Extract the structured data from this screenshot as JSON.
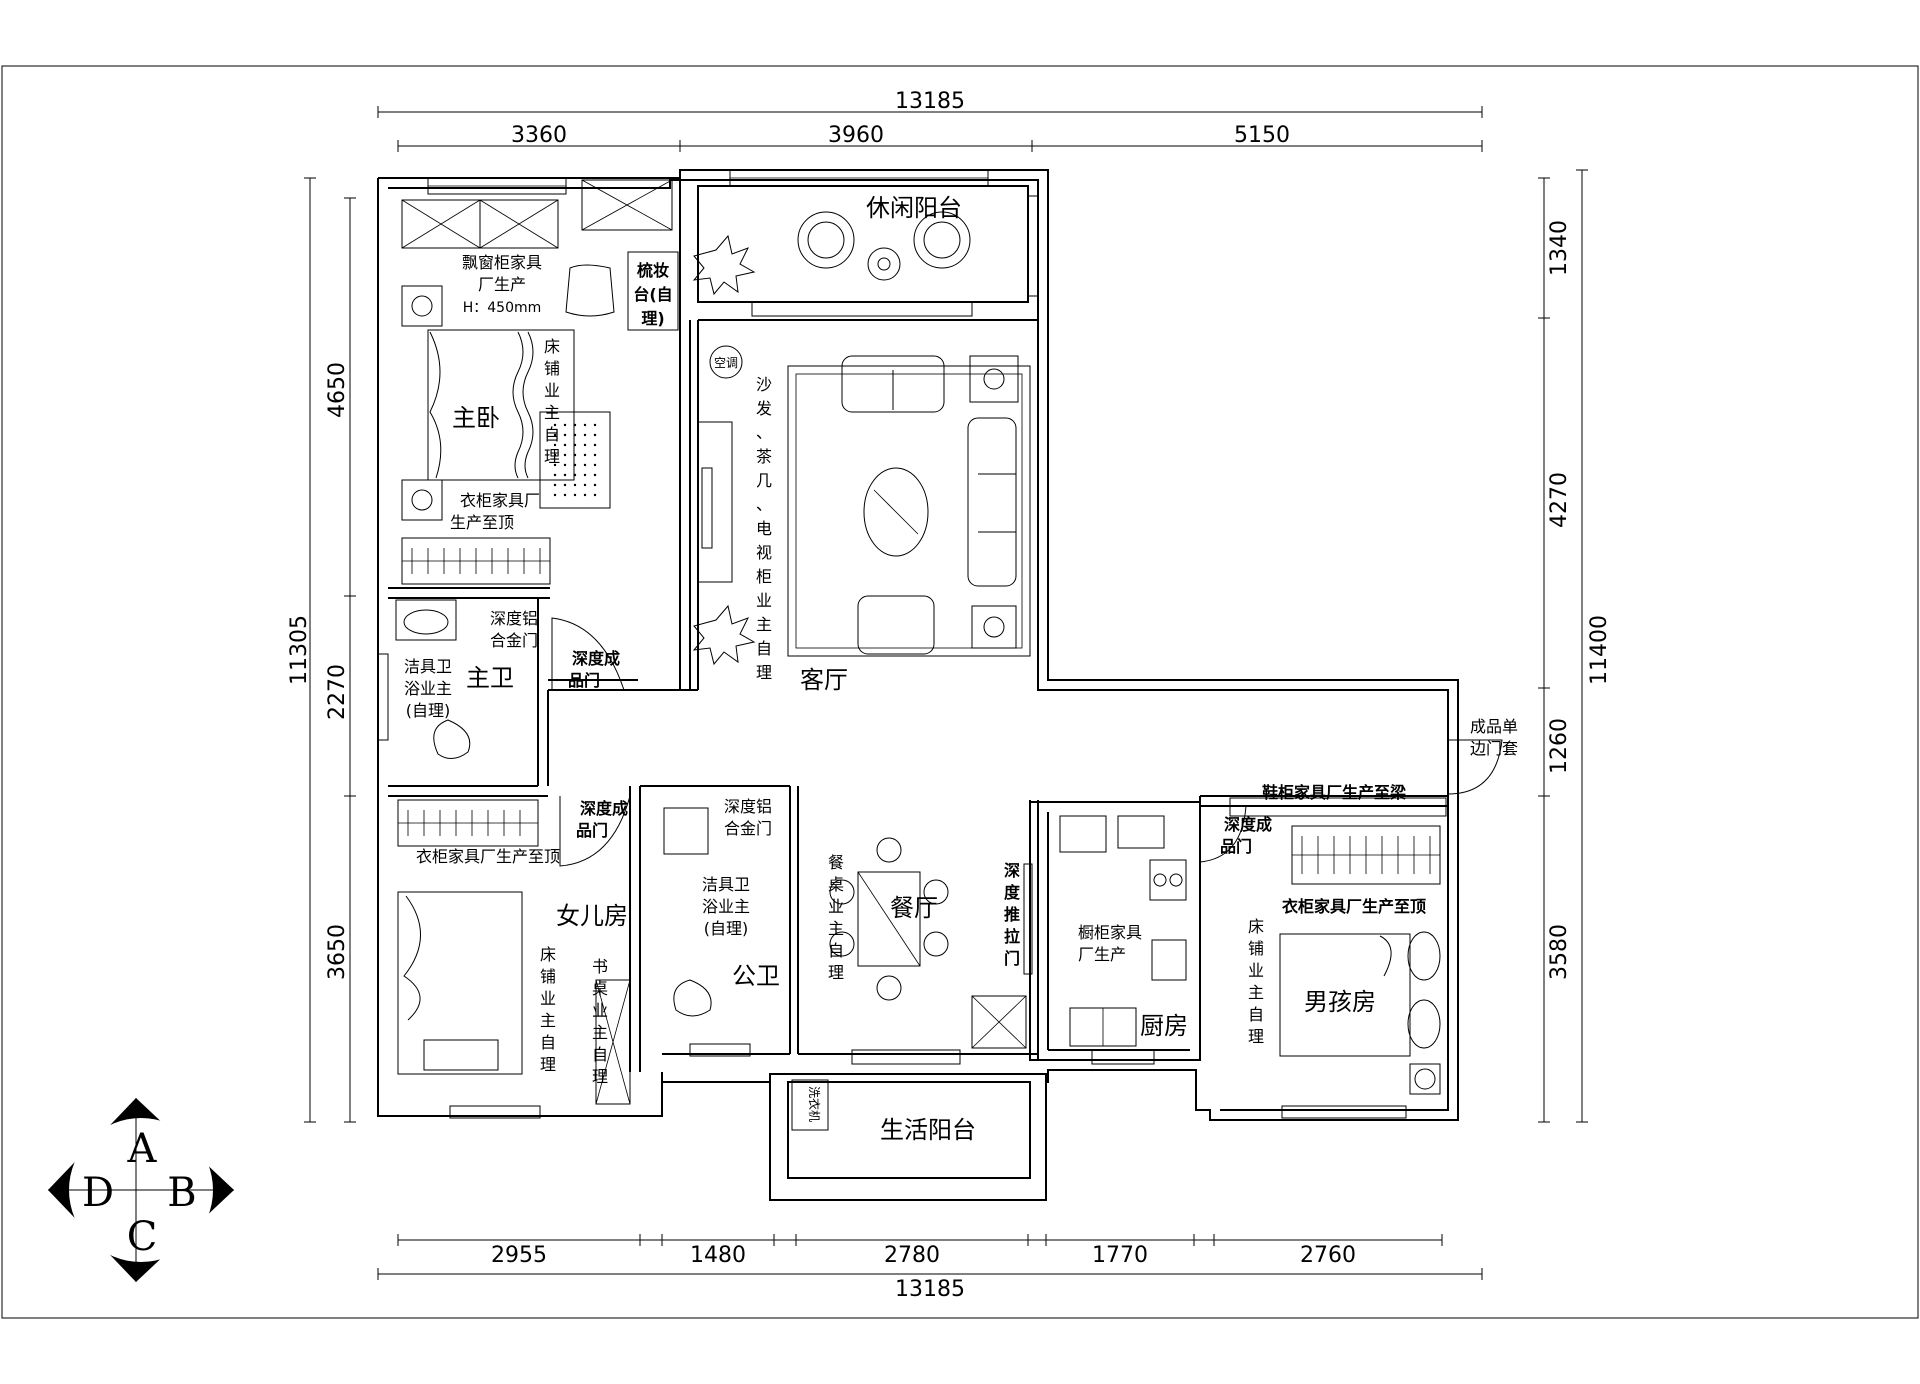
{
  "dimensions": {
    "top_total": "13185",
    "top": [
      "3360",
      "3960",
      "5150"
    ],
    "bottom": [
      "2955",
      "1480",
      "2780",
      "1770",
      "2760"
    ],
    "bottom_total": "13185",
    "left": [
      "4650",
      "2270",
      "3650"
    ],
    "left_total": "11305",
    "right": [
      "1340",
      "4270",
      "1260",
      "3580"
    ],
    "right_total": "11400"
  },
  "rooms": {
    "leisure_balcony": "休闲阳台",
    "living_room": "客厅",
    "master_bedroom": "主卧",
    "master_bath": "主卫",
    "daughter_room": "女儿房",
    "public_bath": "公卫",
    "dining_room": "餐厅",
    "kitchen": "厨房",
    "boy_room": "男孩房",
    "life_balcony": "生活阳台"
  },
  "notes": {
    "bay_window": [
      "飘窗柜家具",
      "厂生产",
      "H：450mm"
    ],
    "dresser": [
      "梳妆",
      "台(自",
      "理)"
    ],
    "bed_master": [
      "床",
      "铺",
      "业",
      "主",
      "自",
      "理"
    ],
    "wardrobe_master": [
      "衣柜家具厂",
      "生产至顶"
    ],
    "living_furniture": [
      "沙",
      "发",
      "、",
      "茶",
      "几",
      "、",
      "电",
      "视",
      "柜",
      "业",
      "主",
      "自",
      "理"
    ],
    "ac": "空调",
    "master_bath_fixtures": [
      "洁具卫",
      "浴业主",
      "(自理)"
    ],
    "alu_door_master": [
      "深度铝",
      "合金门"
    ],
    "door_master_bath": [
      "深度成",
      "品门"
    ],
    "door_entry": [
      "成品单",
      "边门套"
    ],
    "shoe_cabinet": "鞋柜家具厂生产至梁",
    "door_daughter": [
      "深度成",
      "品门"
    ],
    "wardrobe_daughter": "衣柜家具厂生产至顶",
    "bed_daughter": [
      "床",
      "铺",
      "业",
      "主",
      "自",
      "理"
    ],
    "desk": [
      "书",
      "桌",
      "业",
      "主",
      "自",
      "理"
    ],
    "alu_door_public": [
      "深度铝",
      "合金门"
    ],
    "public_bath_fixtures": [
      "洁具卫",
      "浴业主",
      "(自理)"
    ],
    "dining_table": [
      "餐",
      "桌",
      "业",
      "主",
      "自",
      "理"
    ],
    "sliding_door": [
      "深",
      "度",
      "推",
      "拉",
      "门"
    ],
    "cabinet": [
      "橱柜家具",
      "厂生产"
    ],
    "door_boy": [
      "深度成",
      "品门"
    ],
    "wardrobe_boy": "衣柜家具厂生产至顶",
    "bed_boy": [
      "床",
      "铺",
      "业",
      "主",
      "自",
      "理"
    ],
    "washer": "洗衣机"
  },
  "logo": {
    "a": "A",
    "b": "B",
    "c": "C",
    "d": "D"
  }
}
